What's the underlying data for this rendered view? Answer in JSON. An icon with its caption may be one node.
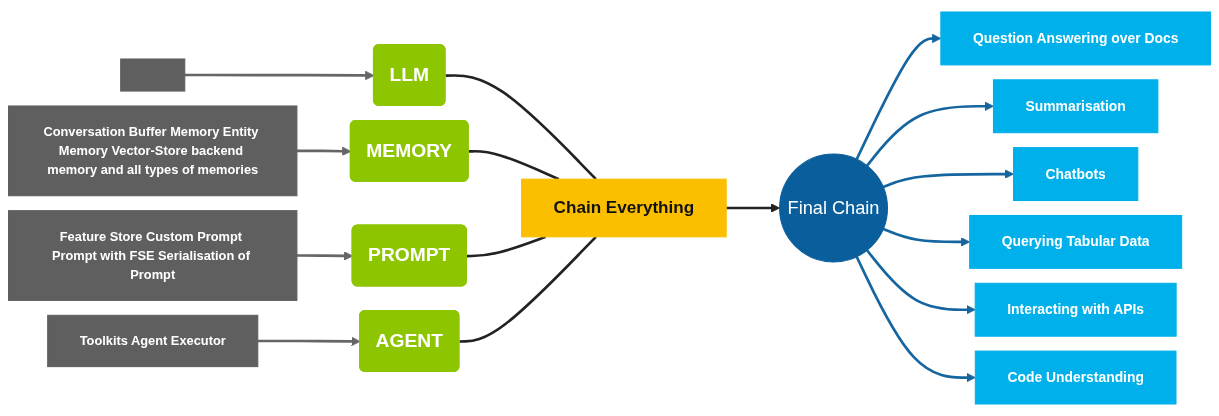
{
  "diagram": {
    "nodes": [
      {
        "text": [],
        "shape": "box"
      },
      {
        "text": [
          "LLM"
        ]
      },
      {
        "text": [
          "Conversation Buffer Memory Entity Memory Vector-Store backend memory and all types of memories"
        ]
      },
      {
        "text": [
          "MEMORY"
        ]
      },
      {
        "text": [
          "Feature Store Custom Prompt Prompt with FSE Serialisation of Prompt"
        ]
      },
      {
        "text": [
          "PROMPT"
        ]
      },
      {
        "text": [
          "Toolkits Agent Executor"
        ]
      },
      {
        "text": [
          "AGENT"
        ]
      },
      {
        "text": [
          "Chain Everything"
        ]
      },
      {
        "text": [
          "Final Chain"
        ]
      },
      {
        "text": [
          "Question Answering over Docs"
        ]
      },
      {
        "text": [
          "Summarisation"
        ]
      },
      {
        "text": [
          "Chatbots"
        ]
      },
      {
        "text": [
          "Querying Tabular Data"
        ]
      },
      {
        "text": [
          "Interacting with APIs"
        ]
      },
      {
        "text": [
          "Code Understanding"
        ]
      }
    ],
    "edges": [
      {
        "from": 0,
        "to": 1,
        "arrow": "to",
        "color": "#666666"
      },
      {
        "from": 2,
        "to": 3,
        "arrow": "to",
        "color": "#666666"
      },
      {
        "from": 4,
        "to": 5,
        "arrow": "to",
        "color": "#666666"
      },
      {
        "from": 6,
        "to": 7,
        "arrow": "to",
        "color": "#666666"
      },
      {
        "from": 1,
        "to": 8,
        "arrow": "none",
        "color": "#222222"
      },
      {
        "from": 3,
        "to": 8,
        "arrow": "none",
        "color": "#222222"
      },
      {
        "from": 5,
        "to": 8,
        "arrow": "none",
        "color": "#222222"
      },
      {
        "from": 7,
        "to": 8,
        "arrow": "none",
        "color": "#222222"
      },
      {
        "from": 8,
        "to": 9,
        "arrow": "to",
        "color": "#222222"
      },
      {
        "from": 9,
        "to": 10,
        "arrow": "to"
      },
      {
        "from": 9,
        "to": 11,
        "arrow": "to"
      },
      {
        "from": 9,
        "to": 12,
        "arrow": "to"
      },
      {
        "from": 9,
        "to": 13,
        "arrow": "to"
      },
      {
        "from": 9,
        "to": 14,
        "arrow": "to"
      },
      {
        "from": 9,
        "to": 15,
        "arrow": "to"
      }
    ]
  }
}
